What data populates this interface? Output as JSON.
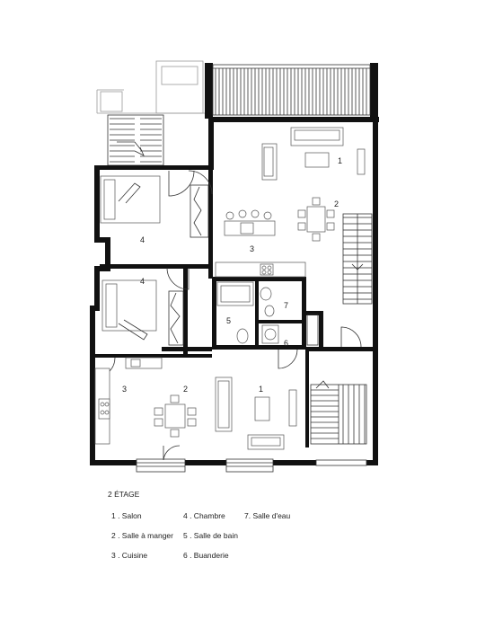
{
  "plan": {
    "room_numbers": {
      "r1_top": "1",
      "r2_top": "2",
      "r3_top": "3",
      "r4_top": "4",
      "r4_mid": "4",
      "r5": "5",
      "r6": "6",
      "r7": "7",
      "r1_bottom": "1",
      "r2_bottom": "2",
      "r3_bottom": "3"
    }
  },
  "legend": {
    "title": "2 ÉTAGE",
    "items": [
      "1 . Salon",
      "2 . Salle à manger",
      "3 . Cuisine",
      "4 . Chambre",
      "5 . Salle de bain",
      "6 . Buanderie",
      "7. Salle d'eau"
    ]
  }
}
